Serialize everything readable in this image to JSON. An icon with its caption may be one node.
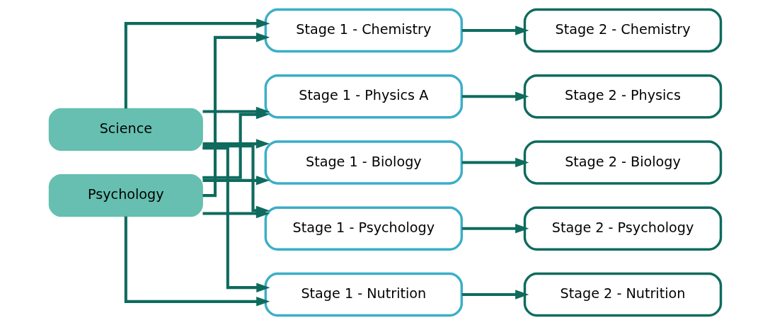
{
  "diagram": {
    "nodes": [
      {
        "text": [
          "Science"
        ]
      },
      {
        "text": [
          "Psychology"
        ]
      },
      {
        "text": [
          "Stage 1 - Chemistry"
        ]
      },
      {
        "text": [
          "Stage 1 - Physics A"
        ]
      },
      {
        "text": [
          "Stage 1 - Biology"
        ]
      },
      {
        "text": [
          "Stage 1 - Psychology"
        ]
      },
      {
        "text": [
          "Stage 1 - Nutrition"
        ]
      },
      {
        "text": [
          "Stage 2 - Chemistry"
        ]
      },
      {
        "text": [
          "Stage 2 - Physics"
        ]
      },
      {
        "text": [
          "Stage 2 - Biology"
        ]
      },
      {
        "text": [
          "Stage 2 - Psychology"
        ]
      },
      {
        "text": [
          "Stage 2 - Nutrition"
        ]
      }
    ],
    "edges": [
      {
        "from": 0,
        "to": 2,
        "arrow": "to"
      },
      {
        "from": 0,
        "to": 3,
        "arrow": "to"
      },
      {
        "from": 0,
        "to": 4,
        "arrow": "to"
      },
      {
        "from": 0,
        "to": 5,
        "arrow": "to"
      },
      {
        "from": 0,
        "to": 6,
        "arrow": "to"
      },
      {
        "from": 1,
        "to": 2,
        "arrow": "to"
      },
      {
        "from": 1,
        "to": 3,
        "arrow": "to"
      },
      {
        "from": 1,
        "to": 4,
        "arrow": "to"
      },
      {
        "from": 1,
        "to": 5,
        "arrow": "to"
      },
      {
        "from": 1,
        "to": 6,
        "arrow": "to"
      },
      {
        "from": 2,
        "to": 7,
        "arrow": "to"
      },
      {
        "from": 3,
        "to": 8,
        "arrow": "to"
      },
      {
        "from": 4,
        "to": 9,
        "arrow": "to"
      },
      {
        "from": 5,
        "to": 10,
        "arrow": "to"
      },
      {
        "from": 6,
        "to": 11,
        "arrow": "to"
      }
    ]
  }
}
